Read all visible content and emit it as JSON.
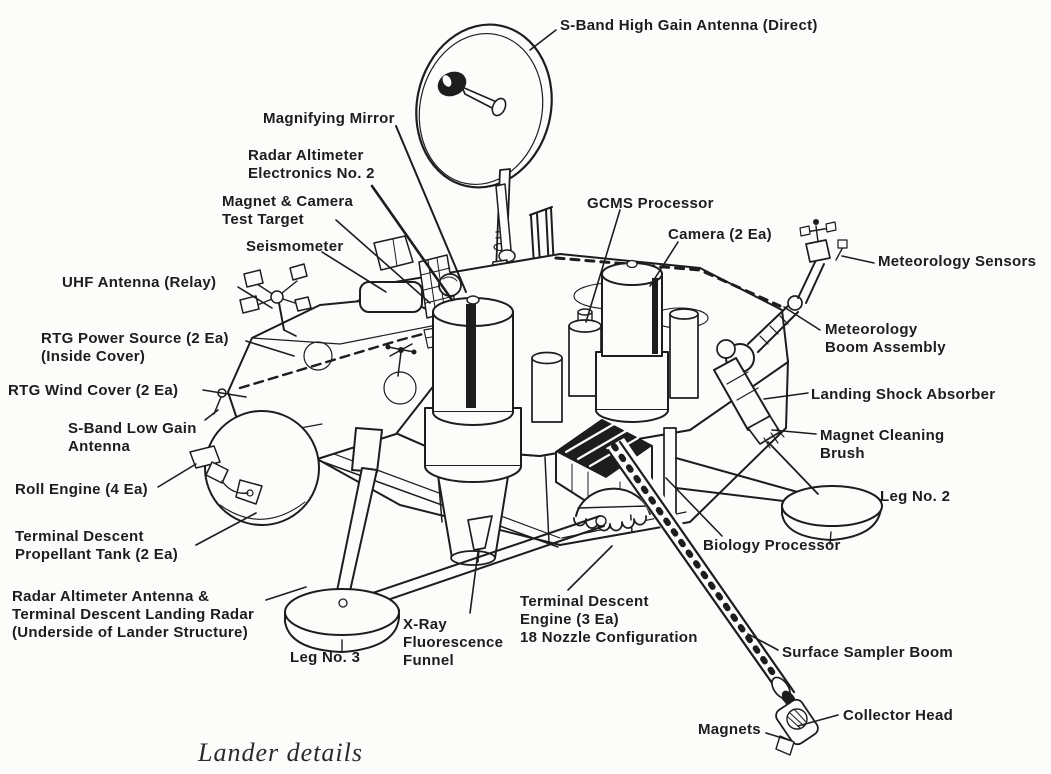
{
  "diagram": {
    "subject": "Viking lander cutaway line drawing",
    "caption": "Lander details",
    "colors": {
      "ink": "#1d1d1d",
      "paper": "#fcfcfb"
    }
  },
  "labels": [
    {
      "id": "s-band-high-gain-antenna",
      "text": "S-Band High Gain Antenna (Direct)"
    },
    {
      "id": "magnifying-mirror",
      "text": "Magnifying Mirror"
    },
    {
      "id": "radar-altimeter-electronics",
      "text": "Radar Altimeter\nElectronics No. 2"
    },
    {
      "id": "magnet-camera-test-target",
      "text": "Magnet & Camera\nTest Target"
    },
    {
      "id": "seismometer",
      "text": "Seismometer"
    },
    {
      "id": "uhf-antenna-relay",
      "text": "UHF Antenna (Relay)"
    },
    {
      "id": "rtg-power-source",
      "text": "RTG Power Source (2 Ea)\n(Inside Cover)"
    },
    {
      "id": "rtg-wind-cover",
      "text": "RTG Wind Cover (2 Ea)"
    },
    {
      "id": "s-band-low-gain-antenna",
      "text": "S-Band Low Gain\nAntenna"
    },
    {
      "id": "roll-engine",
      "text": "Roll Engine (4 Ea)"
    },
    {
      "id": "terminal-descent-propellant-tank",
      "text": "Terminal Descent\nPropellant Tank (2 Ea)"
    },
    {
      "id": "radar-altimeter-antenna",
      "text": "Radar Altimeter Antenna &\nTerminal Descent Landing Radar\n(Underside of Lander Structure)"
    },
    {
      "id": "leg-no-3",
      "text": "Leg No. 3"
    },
    {
      "id": "x-ray-fluorescence-funnel",
      "text": "X-Ray\nFluorescence\nFunnel"
    },
    {
      "id": "terminal-descent-engine",
      "text": "Terminal Descent\nEngine (3 Ea)\n18 Nozzle Configuration"
    },
    {
      "id": "gcms-processor",
      "text": "GCMS Processor"
    },
    {
      "id": "camera",
      "text": "Camera (2 Ea)"
    },
    {
      "id": "meteorology-sensors",
      "text": "Meteorology Sensors"
    },
    {
      "id": "meteorology-boom-assembly",
      "text": "Meteorology\nBoom Assembly"
    },
    {
      "id": "landing-shock-absorber",
      "text": "Landing Shock Absorber"
    },
    {
      "id": "magnet-cleaning-brush",
      "text": "Magnet Cleaning\nBrush"
    },
    {
      "id": "leg-no-2",
      "text": "Leg No. 2"
    },
    {
      "id": "biology-processor",
      "text": "Biology Processor"
    },
    {
      "id": "surface-sampler-boom",
      "text": "Surface Sampler Boom"
    },
    {
      "id": "collector-head",
      "text": "Collector Head"
    },
    {
      "id": "magnets",
      "text": "Magnets"
    }
  ]
}
